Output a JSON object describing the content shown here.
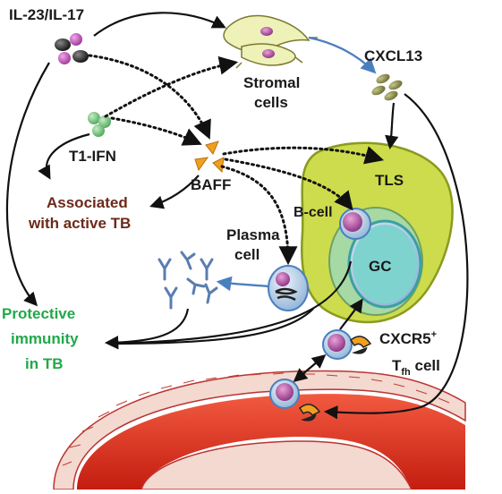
{
  "labels": {
    "il23": "IL-23/IL-17",
    "stromal_1": "Stromal",
    "stromal_2": "cells",
    "cxcl13": "CXCL13",
    "t1ifn": "T1-IFN",
    "baff": "BAFF",
    "assoc_1": "Associated",
    "assoc_2": "with active TB",
    "tls": "TLS",
    "bcell": "B-cell",
    "plasma_1": "Plasma",
    "plasma_2": "cell",
    "gc": "GC",
    "protect_1": "Protective",
    "protect_2": "immunity",
    "protect_3": "in TB",
    "cxcr5": "CXCR5",
    "cxcr5_sup": "+",
    "tfh_t": "T",
    "tfh_sub": "fh",
    "tfh_cell": " cell"
  },
  "colors": {
    "green_text": "#22a84a",
    "brown_text": "#6b2a1a",
    "tls_fill": "#c9d94a",
    "gc_fill": "#7fd3cf",
    "vessel_red": "#e8321e",
    "baff_orange": "#f0a020",
    "arrow_blue": "#4a7fbf"
  }
}
